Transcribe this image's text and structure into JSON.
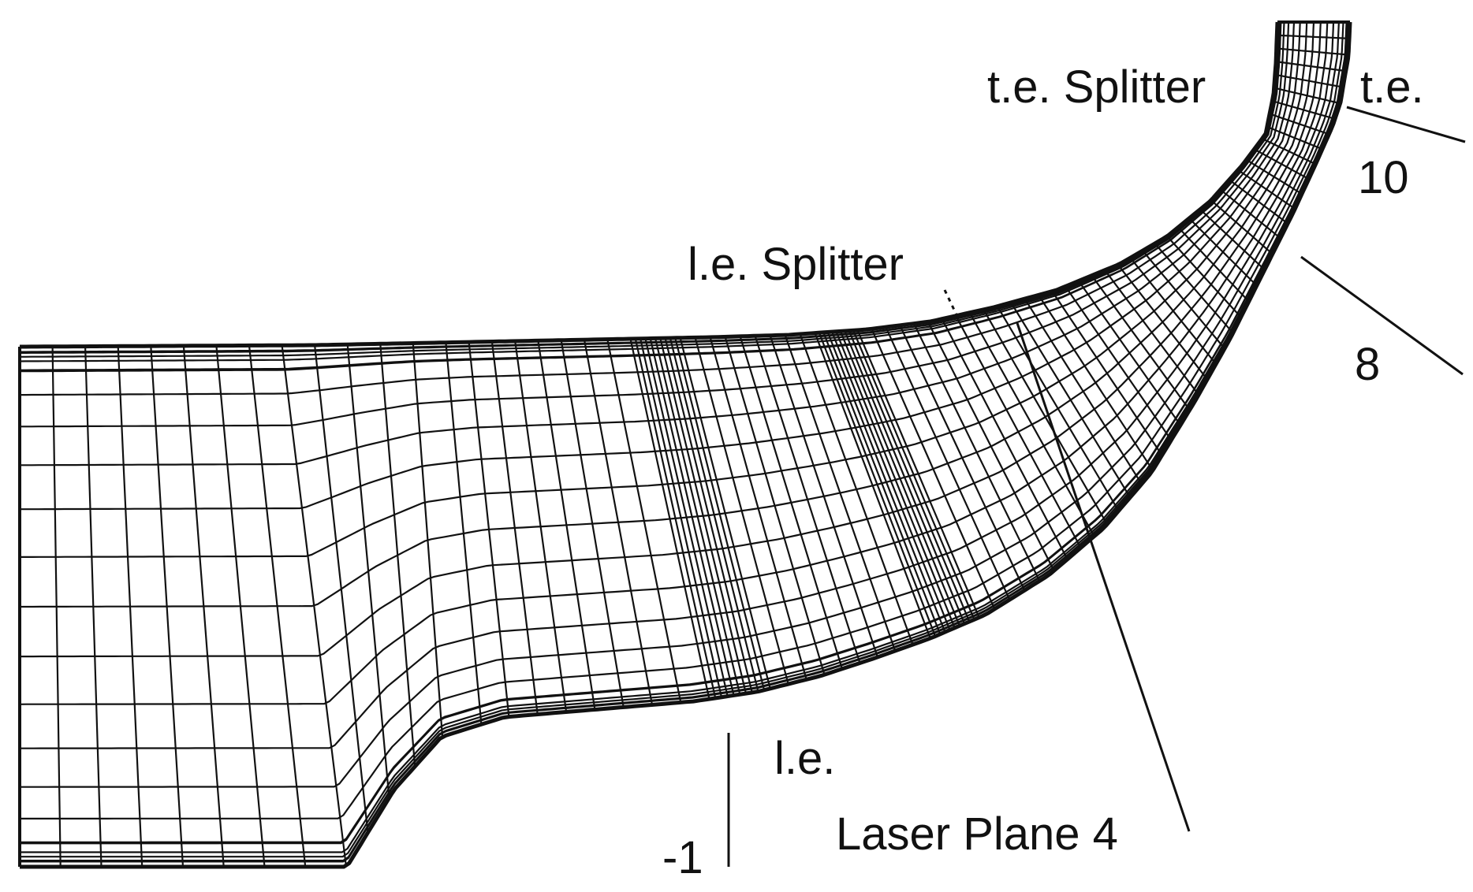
{
  "labels": {
    "te_splitter": "t.e. Splitter",
    "te": "t.e.",
    "station_10": "10",
    "le_splitter": "l.e. Splitter",
    "station_8": "8",
    "le": "l.e.",
    "laser_plane": "Laser Plane 4",
    "station_minus1": "-1"
  },
  "colors": {
    "ink": "#111111",
    "background": "#ffffff"
  }
}
